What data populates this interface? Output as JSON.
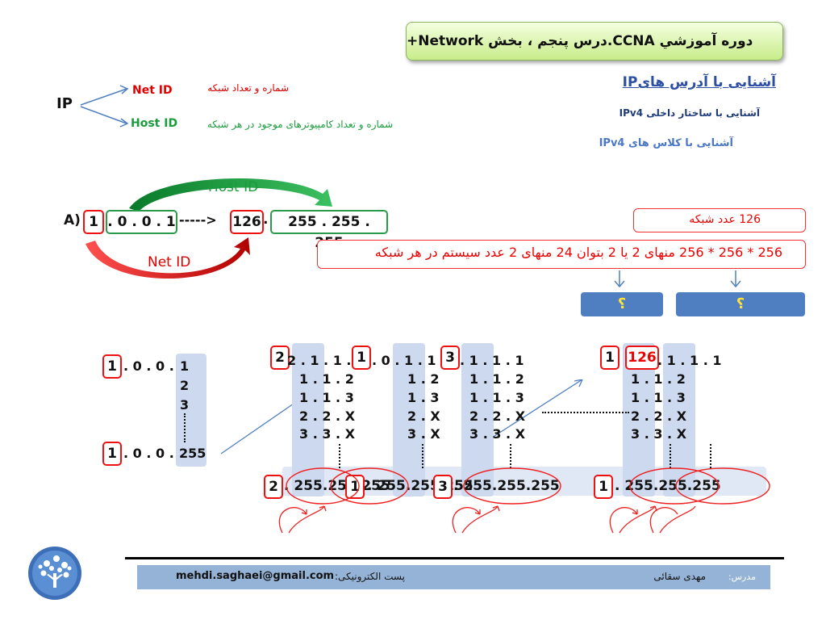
{
  "header": {
    "title": "دوره آموزشي CCNA.درس پنجم ، بخش Network+"
  },
  "toc": {
    "heading": "آشنایی با آدرس هایIP",
    "item1": "آشنایی با ساختار داخلی IPv4",
    "item2": "آشنایی با کلاس های IPv4"
  },
  "ip_tree": {
    "root": "IP",
    "net_label": "Net ID",
    "net_desc": "شماره و تعداد شبکه",
    "host_label": "Host ID",
    "host_desc": "شماره و تعداد کامپیوترهای موجود در هر شبکه"
  },
  "class_a": {
    "prefix": "A)",
    "first": "1",
    "rest": ". 0 . 0 . 1",
    "arrow": "----->",
    "net_high": "126",
    "dot": ".",
    "host_high": "255 . 255 . 255",
    "host_arc_label": "Host ID",
    "net_arc_label": "Net ID"
  },
  "info": {
    "net_count": "126 عدد شبکه",
    "host_formula": "256 * 256 * 256 منهای 2 یا 2 بتوان 24 منهای 2 عدد سیستم در هر شبکه",
    "q1": "؟",
    "q2": "؟"
  },
  "left_block": {
    "n1": "1",
    "r1": ". 0 . 0 .",
    "c1": "1",
    "c2": "2",
    "c3": "3",
    "n2": "1",
    "r2": ". 0 . 0 .",
    "c4": "255"
  },
  "grid": {
    "row_a1": "2 . 1 . 1 . 1",
    "row_a2": "1 . 1 . 2",
    "row_a3": "1 . 1 . 3",
    "row_a4": "2 . 2 . X",
    "row_a5": "3 . 3 . X",
    "n_a": "2",
    "n_b": "1",
    "n_c": "3",
    "n_d": "1",
    "n_e": "126",
    "row_b1": ". 0 . 1 . 1",
    "row_b2": "1 . 2",
    "row_b3": "1 . 3",
    "row_b4": "2 . X",
    "row_b5": "3 . X",
    "row_c1": ". 1 . 1 . 1",
    "row_c2": "1 . 1 . 2",
    "row_c3": "1 . 1 . 3",
    "row_c4": "2 . 2 . X",
    "row_c5": "3 . 3 . X",
    "row_d1": ". 1 . 1 . 1",
    "row_d2": "1 . 1 . 2",
    "row_d3": "1 . 1 . 3",
    "row_d4": "2 . 2 . X",
    "row_d5": "3 . 3 . X",
    "bottom_left": ". 255.255.255",
    "bottom_mid": ". 255.255.255",
    "bottom_right": ". 255.255.255",
    "bottom_far": ". 255.255.255"
  },
  "footer": {
    "email_label": "پست الکترونیکی:",
    "email": "mehdi.saghaei@gmail.com",
    "teacher_label": "مدرس:",
    "teacher": "مهدی سقائی"
  }
}
